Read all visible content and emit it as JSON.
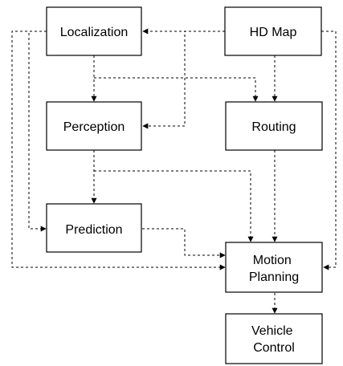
{
  "nodes": {
    "localization": {
      "lines": [
        "Localization"
      ]
    },
    "hd_map": {
      "lines": [
        "HD Map"
      ]
    },
    "perception": {
      "lines": [
        "Perception"
      ]
    },
    "routing": {
      "lines": [
        "Routing"
      ]
    },
    "prediction": {
      "lines": [
        "Prediction"
      ]
    },
    "motion_planning": {
      "lines": [
        "Motion",
        "Planning"
      ]
    },
    "vehicle_control": {
      "lines": [
        "Vehicle",
        "Control"
      ]
    }
  },
  "edges": [
    {
      "from": "hd_map",
      "to": "localization"
    },
    {
      "from": "hd_map",
      "to": "perception"
    },
    {
      "from": "hd_map",
      "to": "routing"
    },
    {
      "from": "hd_map",
      "to": "motion_planning"
    },
    {
      "from": "localization",
      "to": "perception"
    },
    {
      "from": "localization",
      "to": "routing"
    },
    {
      "from": "localization",
      "to": "prediction"
    },
    {
      "from": "localization",
      "to": "motion_planning"
    },
    {
      "from": "perception",
      "to": "prediction"
    },
    {
      "from": "perception",
      "to": "motion_planning"
    },
    {
      "from": "prediction",
      "to": "motion_planning"
    },
    {
      "from": "routing",
      "to": "motion_planning"
    },
    {
      "from": "motion_planning",
      "to": "vehicle_control"
    }
  ],
  "colors": {
    "stroke": "#000000",
    "fill": "#ffffff",
    "text": "#000000"
  }
}
